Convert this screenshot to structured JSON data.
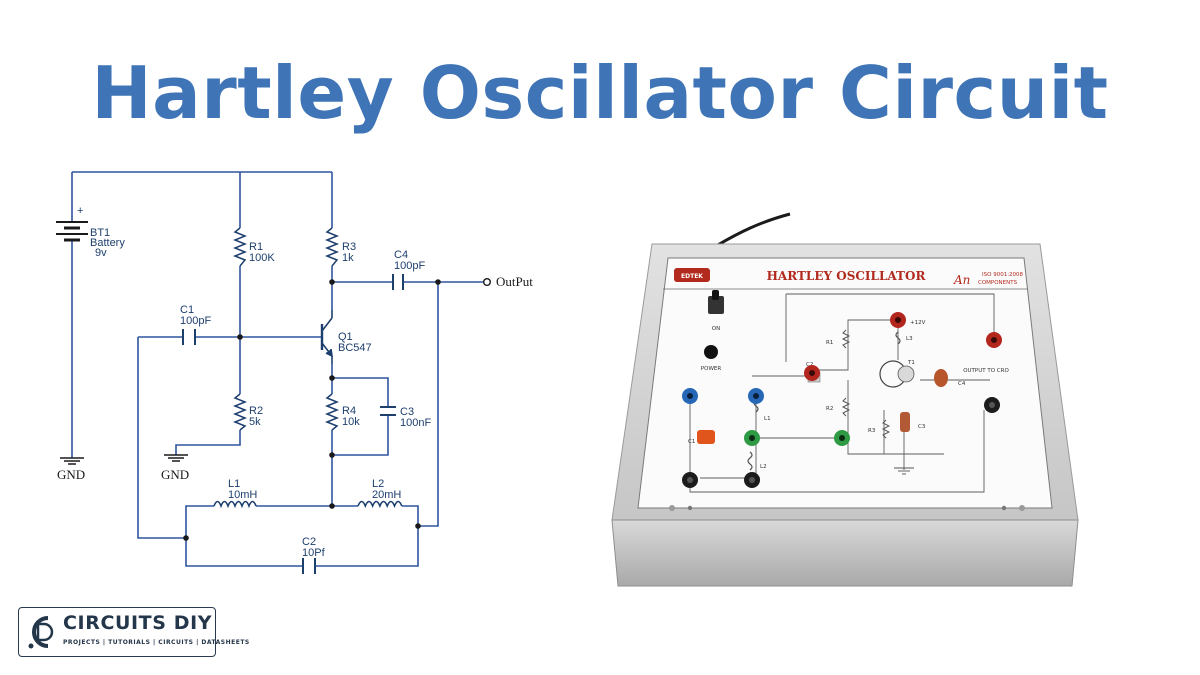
{
  "title": "Hartley Oscillator Circuit",
  "colors": {
    "title": "#3f74b6",
    "wire": "#2f55a0",
    "component": "#1d3f6e"
  },
  "schematic": {
    "battery": {
      "ref": "BT1",
      "type": "Battery",
      "value": "9v",
      "plus": "+"
    },
    "r1": {
      "ref": "R1",
      "value": "100K"
    },
    "r2": {
      "ref": "R2",
      "value": "5k"
    },
    "r3": {
      "ref": "R3",
      "value": "1k"
    },
    "r4": {
      "ref": "R4",
      "value": "10k"
    },
    "c1": {
      "ref": "C1",
      "value": "100pF"
    },
    "c2": {
      "ref": "C2",
      "value": "10Pf"
    },
    "c3": {
      "ref": "C3",
      "value": "100nF"
    },
    "c4": {
      "ref": "C4",
      "value": "100pF"
    },
    "q1": {
      "ref": "Q1",
      "value": "BC547"
    },
    "l1": {
      "ref": "L1",
      "value": "10mH"
    },
    "l2": {
      "ref": "L2",
      "value": "20mH"
    },
    "gnd_label": "GND",
    "output_label": "OutPut"
  },
  "device": {
    "panel_title": "HARTLEY OSCILLATOR",
    "brand": "EDTEK",
    "on_label": "ON",
    "power_label": "POWER",
    "supply_label": "+12V",
    "output_label": "OUTPUT TO CRO",
    "maker": "An",
    "maker_detail": "COMPONENTS",
    "cert": "ISO 9001:2008",
    "transistor_label": "T1",
    "labels": {
      "c2": "C2",
      "c1": "C1",
      "l1": "L1",
      "l2": "L2",
      "r1": "R1",
      "r2": "R2",
      "r3": "R3",
      "re": "C3",
      "c4": "C4",
      "l3": "L3"
    }
  },
  "logo": {
    "name": "CIRCUITS DIY",
    "tagline": "PROJECTS | TUTORIALS | CIRCUITS | DATASHEETS"
  }
}
